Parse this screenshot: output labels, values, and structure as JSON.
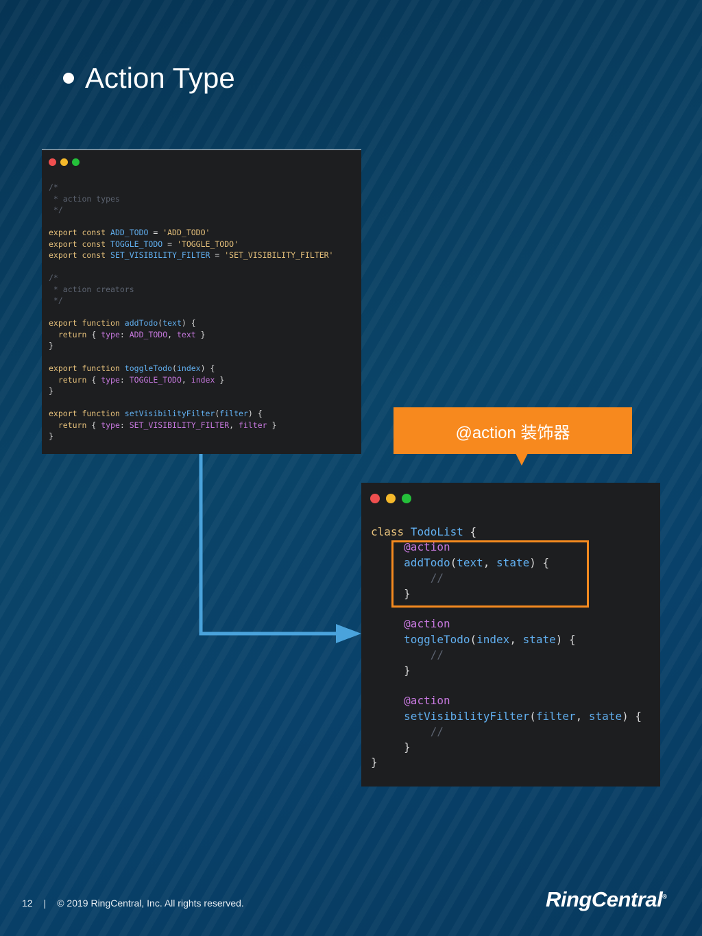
{
  "slide": {
    "title": "Action Type",
    "callout": "@action 装饰器"
  },
  "footer": {
    "page_number": "12",
    "separator": "|",
    "copyright": "© 2019 RingCentral, Inc.  All rights reserved."
  },
  "logo": {
    "text": "RingCentral",
    "mark": "®"
  },
  "colors": {
    "callout": "#f7891e",
    "highlight_border": "#f58a1f",
    "arrow": "#4aa3dc",
    "code_bg": "#1d1e20"
  },
  "code_left": {
    "comment1": [
      "/*",
      " * action types",
      " */"
    ],
    "consts": [
      {
        "kw": "export const",
        "name": "ADD_TODO",
        "value": "'ADD_TODO'"
      },
      {
        "kw": "export const",
        "name": "TOGGLE_TODO",
        "value": "'TOGGLE_TODO'"
      },
      {
        "kw": "export const",
        "name": "SET_VISIBILITY_FILTER",
        "value": "'SET_VISIBILITY_FILTER'"
      }
    ],
    "comment2": [
      "/*",
      " * action creators",
      " */"
    ],
    "functions": [
      {
        "kw": "export function",
        "name": "addTodo",
        "param": "text",
        "type_const": "ADD_TODO",
        "field": "text"
      },
      {
        "kw": "export function",
        "name": "toggleTodo",
        "param": "index",
        "type_const": "TOGGLE_TODO",
        "field": "index"
      },
      {
        "kw": "export function",
        "name": "setVisibilityFilter",
        "param": "filter",
        "type_const": "SET_VISIBILITY_FILTER",
        "field": "filter"
      }
    ]
  },
  "code_right": {
    "class_kw": "class",
    "class_name": "TodoList",
    "decorator": "@action",
    "comment": "//",
    "methods": [
      {
        "name": "addTodo",
        "params": [
          "text",
          "state"
        ]
      },
      {
        "name": "toggleTodo",
        "params": [
          "index",
          "state"
        ]
      },
      {
        "name": "setVisibilityFilter",
        "params": [
          "filter",
          "state"
        ]
      }
    ]
  }
}
